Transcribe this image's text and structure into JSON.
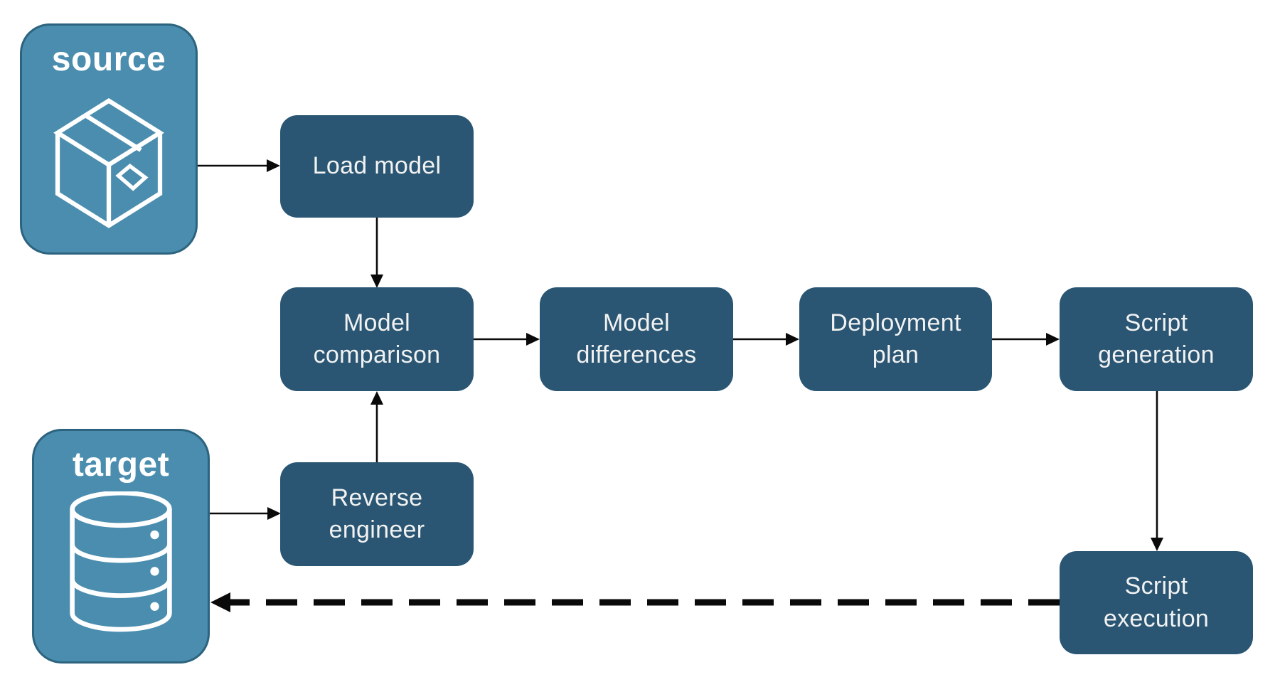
{
  "diagram": {
    "containers": {
      "source": {
        "label": "source",
        "icon": "package-icon"
      },
      "target": {
        "label": "target",
        "icon": "database-icon"
      }
    },
    "nodes": {
      "load_model": {
        "label": "Load model"
      },
      "model_comparison": {
        "label": "Model\ncomparison"
      },
      "model_differences": {
        "label": "Model\ndifferences"
      },
      "deployment_plan": {
        "label": "Deployment\nplan"
      },
      "script_generation": {
        "label": "Script\ngeneration"
      },
      "reverse_engineer": {
        "label": "Reverse\nengineer"
      },
      "script_execution": {
        "label": "Script\nexecution"
      }
    },
    "edges": [
      {
        "from": "source",
        "to": "load_model",
        "style": "solid"
      },
      {
        "from": "load_model",
        "to": "model_comparison",
        "style": "solid"
      },
      {
        "from": "target",
        "to": "reverse_engineer",
        "style": "solid"
      },
      {
        "from": "reverse_engineer",
        "to": "model_comparison",
        "style": "solid"
      },
      {
        "from": "model_comparison",
        "to": "model_differences",
        "style": "solid"
      },
      {
        "from": "model_differences",
        "to": "deployment_plan",
        "style": "solid"
      },
      {
        "from": "deployment_plan",
        "to": "script_generation",
        "style": "solid"
      },
      {
        "from": "script_generation",
        "to": "script_execution",
        "style": "solid"
      },
      {
        "from": "script_execution",
        "to": "target",
        "style": "dashed"
      }
    ],
    "colors": {
      "background": "#FFFFFF",
      "node_fill": "#2A5673",
      "node_text": "#F2F2F2",
      "container_fill": "#4A8DAE",
      "container_border": "#2C637F",
      "container_text": "#FFFFFF",
      "arrow": "#0A0A0A"
    }
  }
}
